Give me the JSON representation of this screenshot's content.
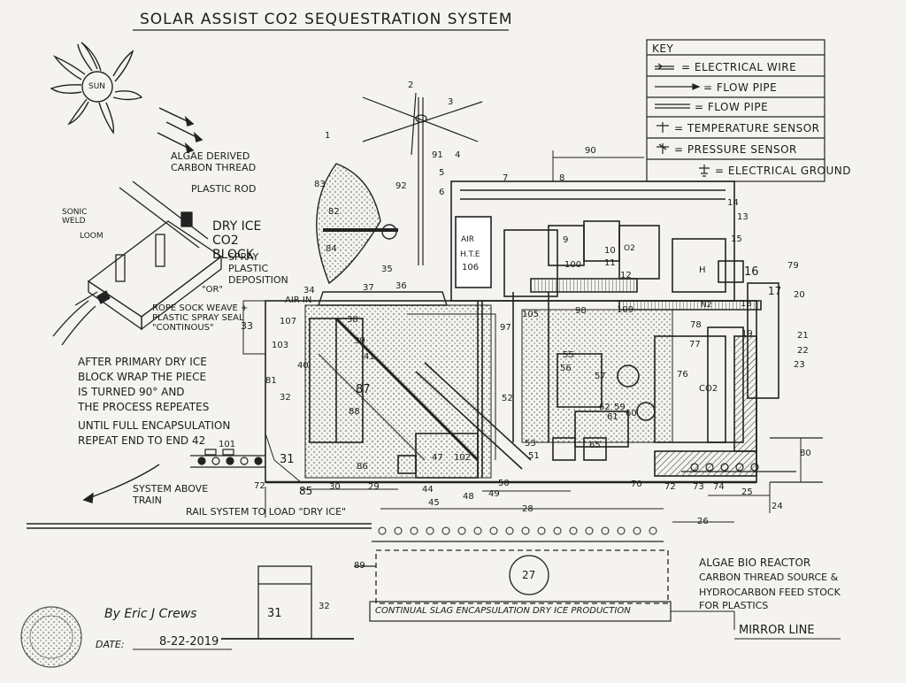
{
  "title": "SOLAR ASSIST CO2 SEQUESTRATION SYSTEM",
  "key": {
    "heading": "KEY",
    "rows": [
      {
        "label": "= ELECTRICAL WIRE"
      },
      {
        "label": "= FLOW PIPE"
      },
      {
        "label": "= FLOW PIPE"
      },
      {
        "label": "= TEMPERATURE SENSOR"
      },
      {
        "label": "= PRESSURE SENSOR"
      },
      {
        "label": "= ELECTRICAL GROUND"
      }
    ]
  },
  "sun_label": "SUN",
  "block_detail": {
    "algae_thread": "ALGAE DERIVED CARBON THREAD",
    "plastic_rod": "PLASTIC ROD",
    "sonic_weld": "SONIC WELD",
    "loom": "LOOM",
    "dry_ice_block": "DRY ICE CO2 BLOCK",
    "spray": "SPRAY PLASTIC DEPOSITION",
    "or": "\"OR\"",
    "rope_sock": "ROPE SOCK WEAVE + PLASTIC SPRAY SEAL \"CONTINOUS\"",
    "ref_33": "33"
  },
  "process_note": [
    "AFTER PRIMARY DRY ICE",
    "BLOCK WRAP THE PIECE",
    "IS TURNED 90° AND",
    "THE PROCESS REPEATES",
    "UNTIL FULL ENCAPSULATION",
    "REPEAT END TO END 42"
  ],
  "system_above": "SYSTEM ABOVE TRAIN",
  "rail_system": "RAIL SYSTEM TO LOAD \"DRY ICE\"",
  "air_in": "AIR IN",
  "algae_reactor": [
    "ALGAE BIO REACTOR",
    "CARBON THREAD SOURCE &",
    "HYDROCARBON FEED STOCK",
    "FOR PLASTICS"
  ],
  "mirror_line": "MIRROR LINE",
  "continual": "CONTINUAL SLAG ENCAPSULATION DRY ICE PRODUCTION",
  "signature": {
    "by": "By Eric J Crews",
    "date_label": "DATE:",
    "date": "8-22-2019"
  },
  "inner_labels": {
    "air": "AIR",
    "hte": "H.T.E",
    "co2": "CO2",
    "h": "H",
    "n2": "N2",
    "o2": "O2"
  },
  "numbers": {
    "n1": "1",
    "n2": "2",
    "n3": "3",
    "n4": "4",
    "n5": "5",
    "n6": "6",
    "n7": "7",
    "n8": "8",
    "n9": "9",
    "n10": "10",
    "n11": "11",
    "n12": "12",
    "n13": "13",
    "n14": "14",
    "n15": "15",
    "n16": "16",
    "n17": "17",
    "n18": "18",
    "n19": "19",
    "n20": "20",
    "n21": "21",
    "n22": "22",
    "n23": "23",
    "n24": "24",
    "n25": "25",
    "n26": "26",
    "n27": "27",
    "n28": "28",
    "n29": "29",
    "n30": "30",
    "n31": "31",
    "n32": "32",
    "n34": "34",
    "n35": "35",
    "n36": "36",
    "n37": "37",
    "n38": "38",
    "n39": "39",
    "n40": "40",
    "n41": "41",
    "n44": "44",
    "n45": "45",
    "n47": "47",
    "n48": "48",
    "n49": "49",
    "n50": "50",
    "n51": "51",
    "n52": "52",
    "n53": "53",
    "n55": "55",
    "n56": "56",
    "n57": "57",
    "n59": "59",
    "n60": "60",
    "n61": "61",
    "n62": "62",
    "n65": "65",
    "n70": "70",
    "n72": "72",
    "n73": "73",
    "n74": "74",
    "n76": "76",
    "n77": "77",
    "n78": "78",
    "n79": "79",
    "n80": "80",
    "n81": "81",
    "n82": "82",
    "n83": "83",
    "n84": "84",
    "n85": "85",
    "n86": "86",
    "n87": "87",
    "n88": "88",
    "n89": "89",
    "n90": "90",
    "n91": "91",
    "n92": "92",
    "n97": "97",
    "n98": "98",
    "n100": "100",
    "n101": "101",
    "n102": "102",
    "n103": "103",
    "n105": "105",
    "n106": "106",
    "n107": "107",
    "n109": "109"
  }
}
